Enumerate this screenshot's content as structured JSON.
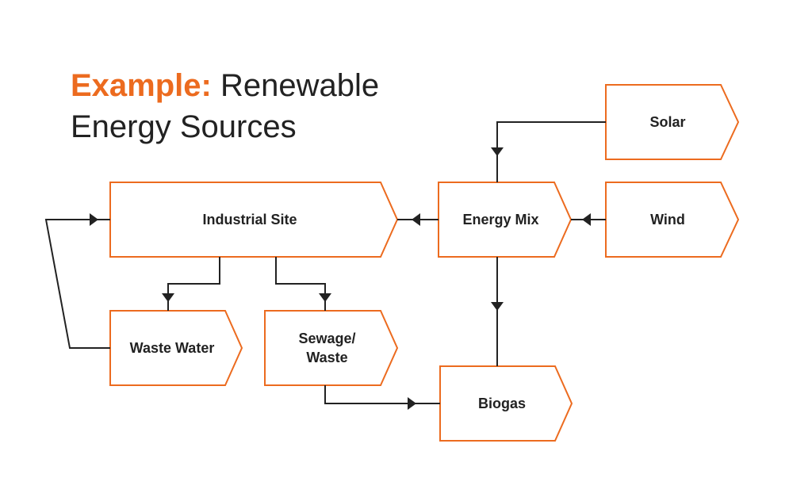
{
  "title": {
    "highlight": "Example:",
    "line1_rest": "Renewable",
    "line2": "Energy Sources"
  },
  "colors": {
    "accent": "#ec6b1f",
    "line": "#222222"
  },
  "nodes": {
    "solar": "Solar",
    "wind": "Wind",
    "energy_mix": "Energy Mix",
    "industrial_site": "Industrial Site",
    "waste_water": "Waste Water",
    "sewage_waste_line1": "Sewage/",
    "sewage_waste_line2": "Waste",
    "biogas": "Biogas"
  }
}
